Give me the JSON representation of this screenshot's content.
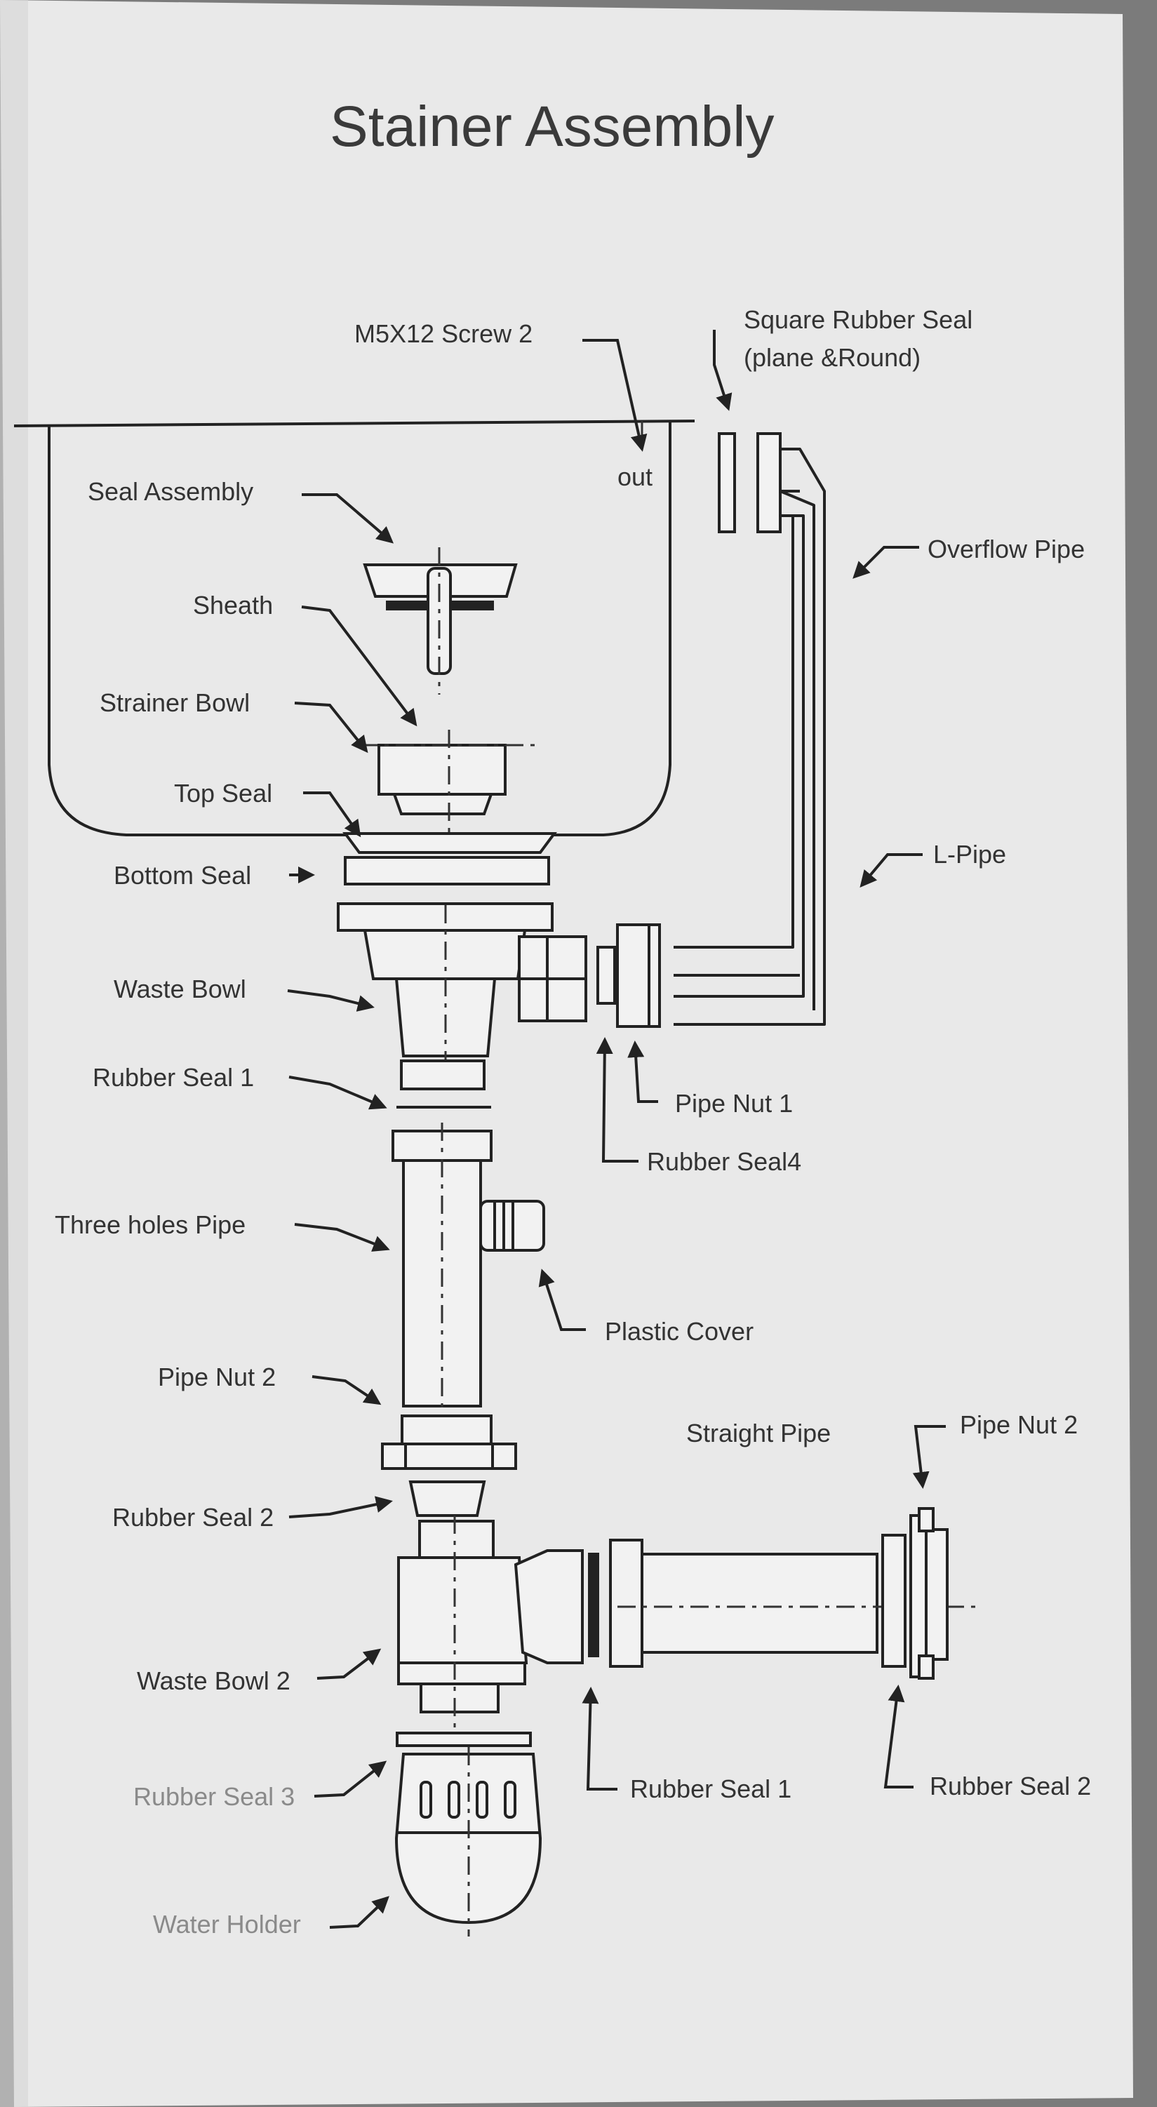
{
  "title": "Stainer Assembly",
  "labels": {
    "screw": "M5X12 Screw 2",
    "out": "out",
    "square_seal_1": "Square Rubber Seal",
    "square_seal_2": "(plane &Round)",
    "seal_assembly": "Seal Assembly",
    "overflow_pipe": "Overflow Pipe",
    "sheath": "Sheath",
    "strainer_bowl": "Strainer Bowl",
    "top_seal": "Top Seal",
    "bottom_seal": "Bottom Seal",
    "l_pipe": "L-Pipe",
    "waste_bowl": "Waste Bowl",
    "rubber_seal_1": "Rubber Seal 1",
    "pipe_nut_1": "Pipe Nut 1",
    "rubber_seal_4": "Rubber Seal4",
    "three_holes_pipe": "Three holes Pipe",
    "plastic_cover": "Plastic Cover",
    "pipe_nut_2": "Pipe Nut 2",
    "straight_pipe": "Straight  Pipe",
    "pipe_nut_2_right": "Pipe Nut 2",
    "rubber_seal_2": "Rubber Seal 2",
    "waste_bowl_2": "Waste Bowl 2",
    "rubber_seal_3": "Rubber Seal 3",
    "rubber_seal_1_lower": "Rubber Seal 1",
    "rubber_seal_2_lower": "Rubber Seal 2",
    "water_holder": "Water Holder"
  },
  "colors": {
    "paper": "#e9e9e9",
    "ink": "#222222",
    "background": "#7b7b7b"
  }
}
